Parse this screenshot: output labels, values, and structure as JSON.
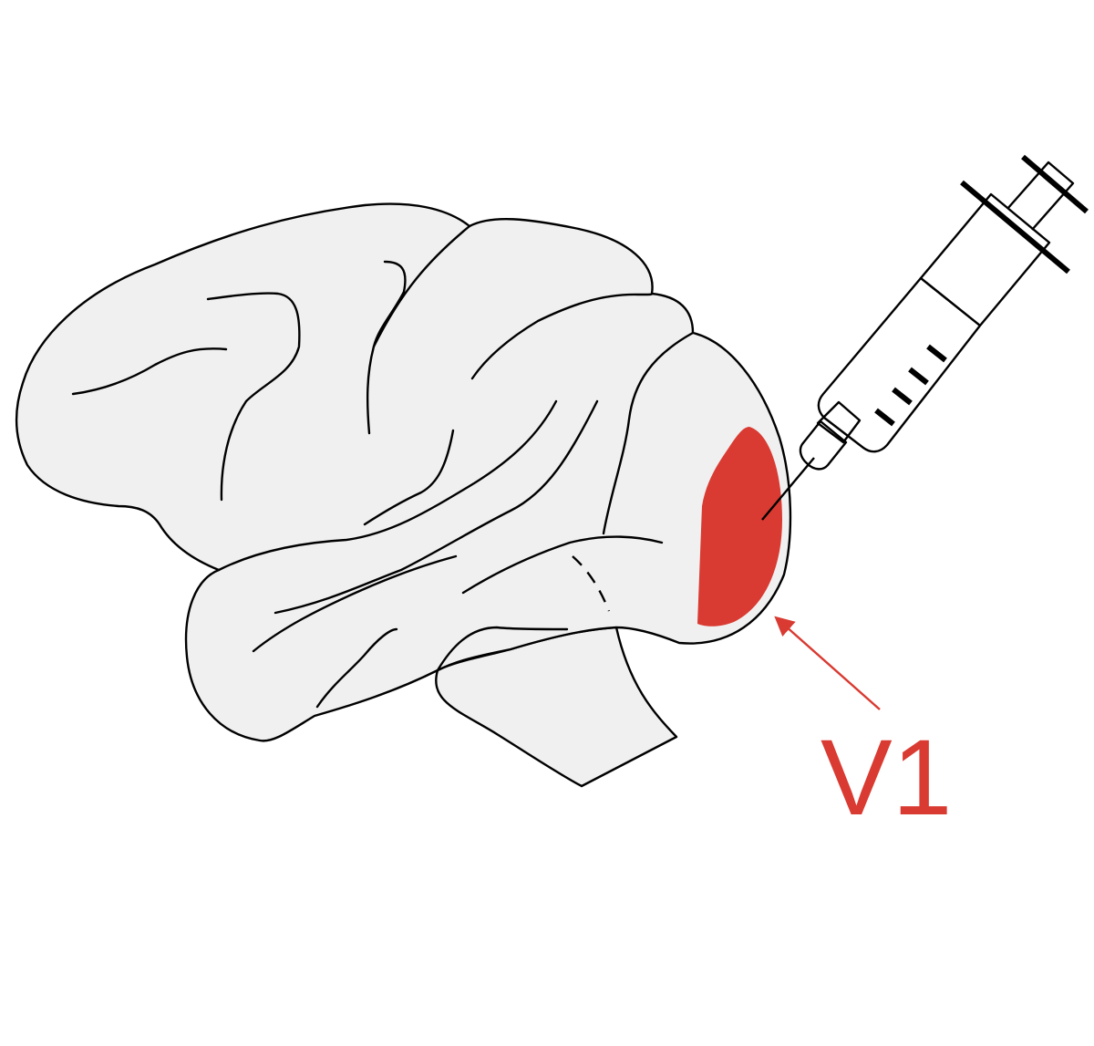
{
  "diagram": {
    "label": "V1",
    "elements": [
      "brain-lateral-view",
      "v1-region",
      "syringe",
      "pointer-arrow"
    ]
  },
  "colors": {
    "brain_fill": "#f0f0f0",
    "outline": "#000000",
    "v1_region": "#d93a31",
    "label": "#d93a31",
    "syringe_fluid": "#5ba3c7"
  }
}
